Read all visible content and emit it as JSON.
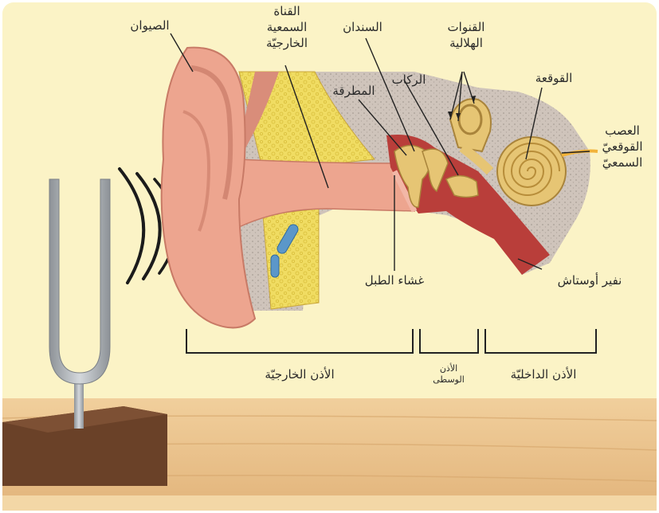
{
  "diagram": {
    "labels": {
      "auricle": "الصيوان",
      "ear_canal": [
        "القناة",
        "السمعية",
        "الخارجيّة"
      ],
      "incus": "السندان",
      "semicircular_canals": [
        "القنوات",
        "الهلالية"
      ],
      "malleus": "المطرقة",
      "stapes": "الركاب",
      "cochlea": "القوقعة",
      "nerve": [
        "العصب",
        "القوقعيّ",
        "السمعيّ"
      ],
      "eardrum": "غشاء الطبل",
      "eustachian_tube": "نفير أوستاش",
      "outer_ear": "الأذن الخارجيّة",
      "middle_ear": [
        "الأذن",
        "الوسطى"
      ],
      "inner_ear": "الأذن الداخليّة"
    },
    "colors": {
      "background": "#fbf3c6",
      "skin": "#eda58f",
      "fat": "#f0dc62",
      "bone": "#cfc4bb",
      "ossicle": "#e6c574",
      "canal_red": "#b93e3a",
      "wood": "#e9c38f",
      "base": "#6a4128",
      "fork": "#a9aeb3"
    }
  }
}
